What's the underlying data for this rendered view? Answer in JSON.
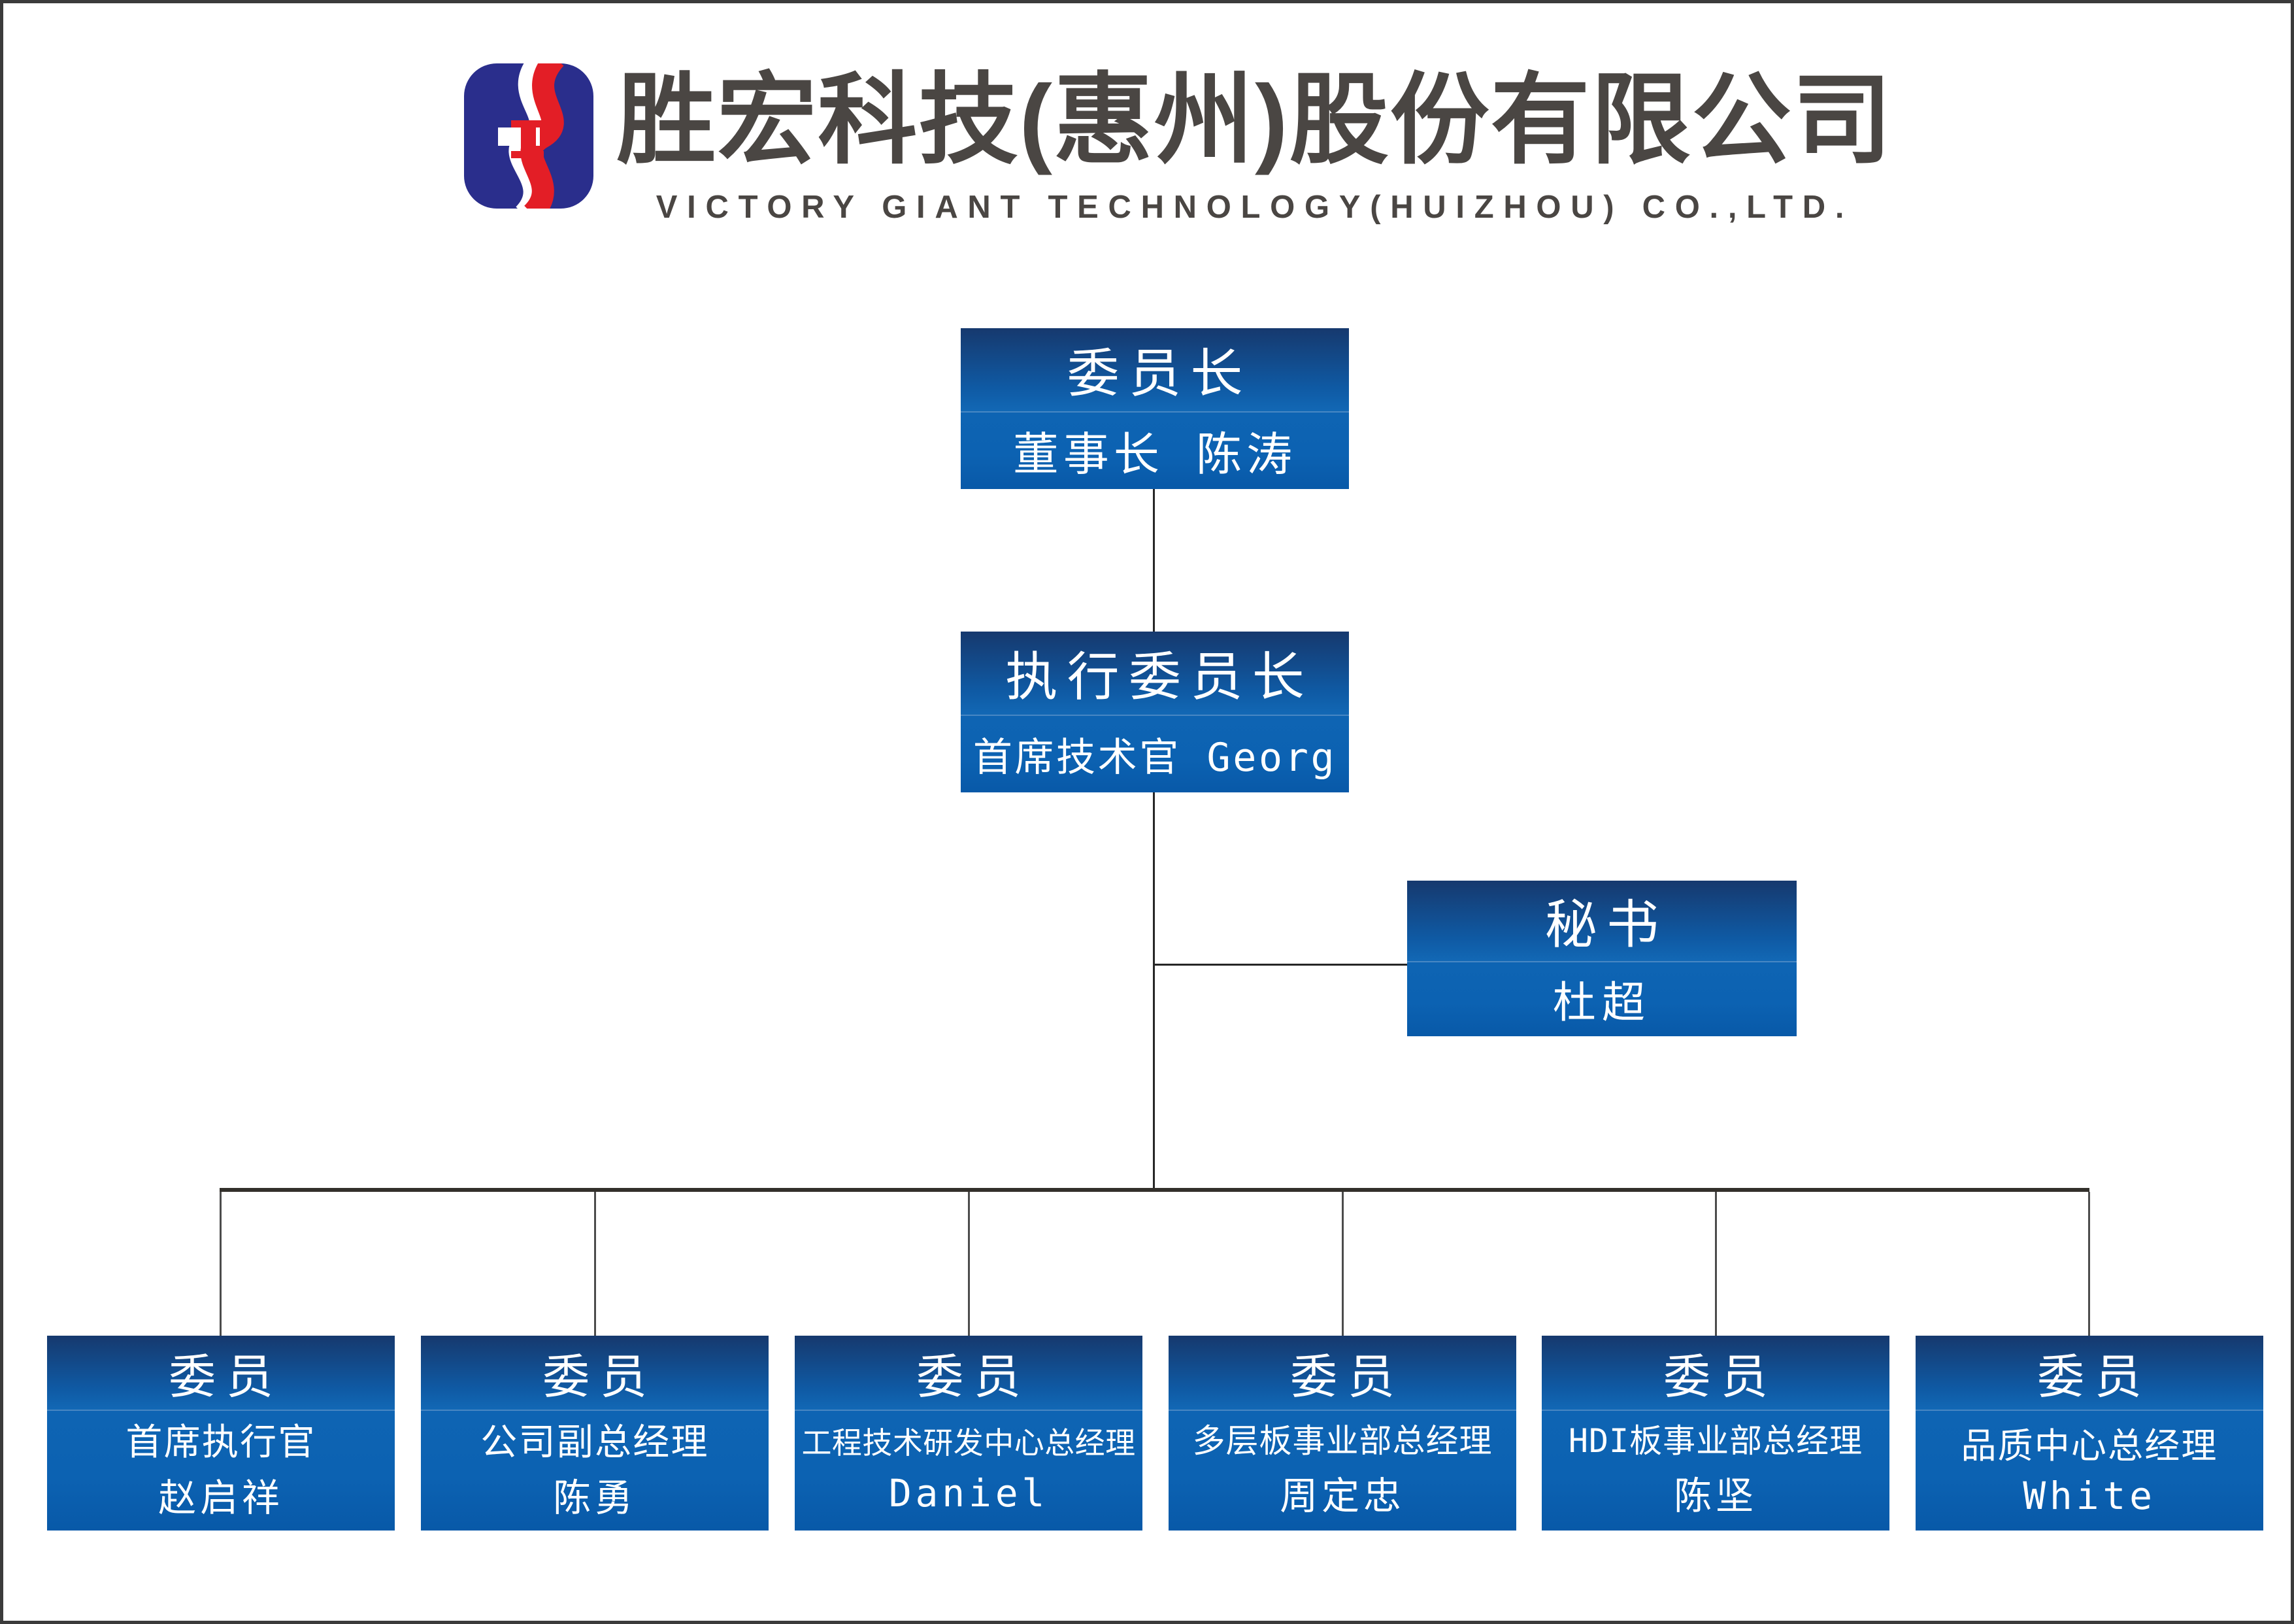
{
  "page": {
    "background": "#ffffff",
    "border_color": "#3b3b3b"
  },
  "header": {
    "company_name_zh": "胜宏科技(惠州)股份有限公司",
    "company_name_en": "VICTORY GIANT TECHNOLOGY(HUIZHOU) CO.,LTD.",
    "logo_colors": {
      "blue": "#2a2e8c",
      "red": "#e31e26",
      "white": "#ffffff"
    }
  },
  "org": {
    "chairman": {
      "title": "委员长",
      "name": "董事长 陈涛"
    },
    "executive_chairman": {
      "title": "执行委员长",
      "name": "首席技术官 Georg"
    },
    "secretary": {
      "title": "秘书",
      "name": "杜超"
    },
    "members": [
      {
        "title": "委员",
        "role": "首席执行官",
        "name": "赵启祥"
      },
      {
        "title": "委员",
        "role": "公司副总经理",
        "name": "陈勇"
      },
      {
        "title": "委员",
        "role": "工程技术研发中心总经理",
        "name": "Daniel"
      },
      {
        "title": "委员",
        "role": "多层板事业部总经理",
        "name": "周定忠"
      },
      {
        "title": "委员",
        "role": "HDI板事业部总经理",
        "name": "陈坚"
      },
      {
        "title": "委员",
        "role": "品质中心总经理",
        "name": "White"
      }
    ]
  },
  "colors": {
    "box_gradient_top": "#16396e",
    "box_gradient_mid": "#1268b5",
    "box_body_blue": "#0c62b2",
    "box_text": "#ffffff",
    "header_text": "#4a4643",
    "connector_thin": "#262626",
    "connector_main": "#33302b"
  }
}
